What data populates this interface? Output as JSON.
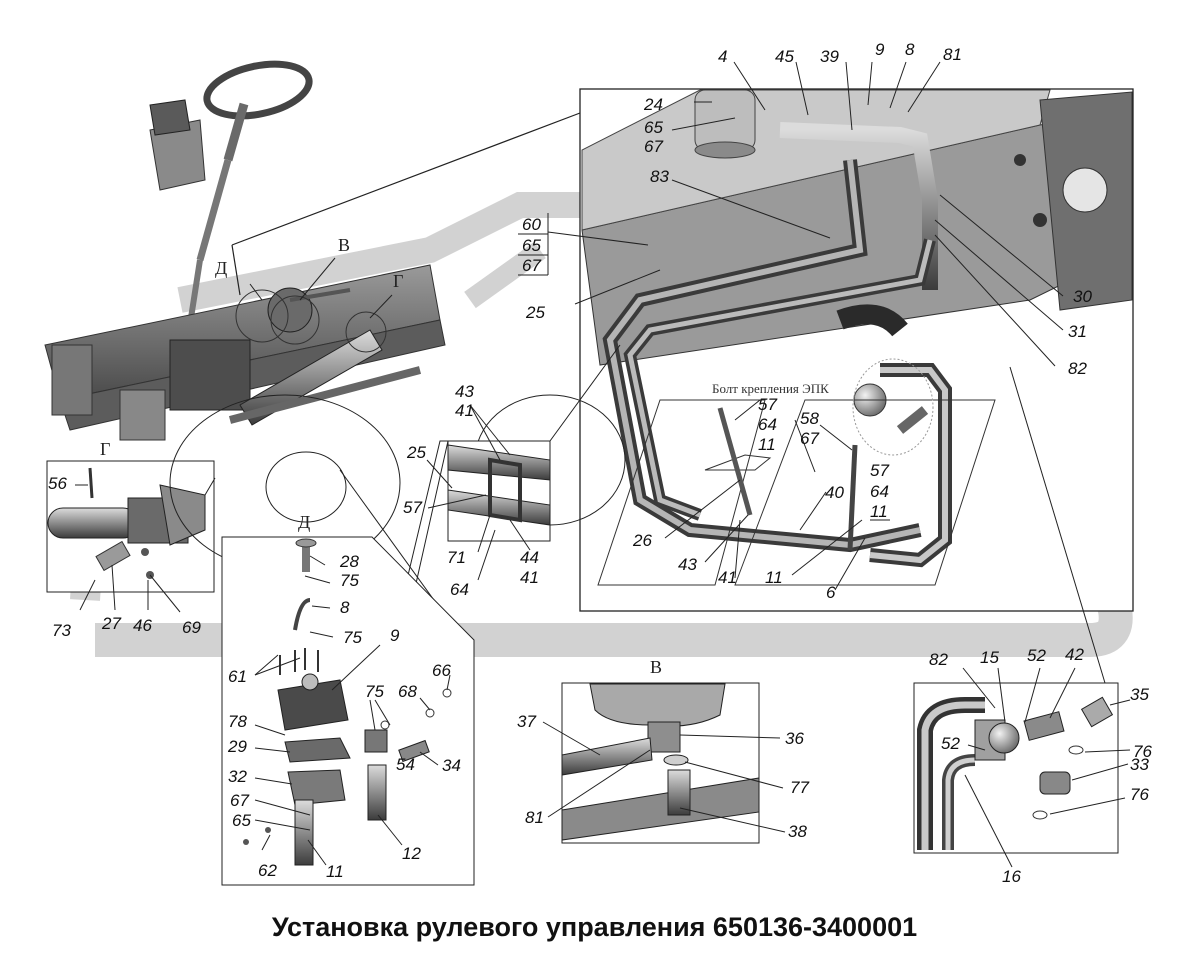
{
  "title": "Установка рулевого управления 650136-3400001",
  "views": {
    "G": "Г",
    "D": "Д",
    "V": "В"
  },
  "annotation": "Болт крепления ЭПК",
  "callouts": [
    {
      "id": "c4",
      "text": "4"
    },
    {
      "id": "c45",
      "text": "45"
    },
    {
      "id": "c39",
      "text": "39"
    },
    {
      "id": "c9a",
      "text": "9"
    },
    {
      "id": "c8a",
      "text": "8"
    },
    {
      "id": "c81a",
      "text": "81"
    },
    {
      "id": "c24",
      "text": "24"
    },
    {
      "id": "c65a",
      "text": "65"
    },
    {
      "id": "c67a",
      "text": "67"
    },
    {
      "id": "c83",
      "text": "83"
    },
    {
      "id": "c60",
      "text": "60"
    },
    {
      "id": "c65b",
      "text": "65"
    },
    {
      "id": "c67b",
      "text": "67"
    },
    {
      "id": "c25a",
      "text": "25"
    },
    {
      "id": "c30",
      "text": "30"
    },
    {
      "id": "c31",
      "text": "31"
    },
    {
      "id": "c82a",
      "text": "82"
    },
    {
      "id": "c43a",
      "text": "43"
    },
    {
      "id": "c41a",
      "text": "41"
    },
    {
      "id": "c57a",
      "text": "57"
    },
    {
      "id": "c64a",
      "text": "64"
    },
    {
      "id": "c11a",
      "text": "11"
    },
    {
      "id": "c58",
      "text": "58"
    },
    {
      "id": "c67c",
      "text": "67"
    },
    {
      "id": "c57b",
      "text": "57"
    },
    {
      "id": "c64b",
      "text": "64"
    },
    {
      "id": "c11b",
      "text": "11"
    },
    {
      "id": "c40",
      "text": "40"
    },
    {
      "id": "c26",
      "text": "26"
    },
    {
      "id": "c43b",
      "text": "43"
    },
    {
      "id": "c41b",
      "text": "41"
    },
    {
      "id": "c11c",
      "text": "11"
    },
    {
      "id": "c6",
      "text": "6"
    },
    {
      "id": "c25b",
      "text": "25"
    },
    {
      "id": "c57c",
      "text": "57"
    },
    {
      "id": "c71",
      "text": "71"
    },
    {
      "id": "c64c",
      "text": "64"
    },
    {
      "id": "c44",
      "text": "44"
    },
    {
      "id": "c41c",
      "text": "41"
    },
    {
      "id": "c56",
      "text": "56"
    },
    {
      "id": "c73",
      "text": "73"
    },
    {
      "id": "c27",
      "text": "27"
    },
    {
      "id": "c46",
      "text": "46"
    },
    {
      "id": "c69",
      "text": "69"
    },
    {
      "id": "c28",
      "text": "28"
    },
    {
      "id": "c75a",
      "text": "75"
    },
    {
      "id": "c8b",
      "text": "8"
    },
    {
      "id": "c75b",
      "text": "75"
    },
    {
      "id": "c9b",
      "text": "9"
    },
    {
      "id": "c61",
      "text": "61"
    },
    {
      "id": "c66",
      "text": "66"
    },
    {
      "id": "c75c",
      "text": "75"
    },
    {
      "id": "c68",
      "text": "68"
    },
    {
      "id": "c78",
      "text": "78"
    },
    {
      "id": "c29",
      "text": "29"
    },
    {
      "id": "c54",
      "text": "54"
    },
    {
      "id": "c34",
      "text": "34"
    },
    {
      "id": "c32",
      "text": "32"
    },
    {
      "id": "c67d",
      "text": "67"
    },
    {
      "id": "c65c",
      "text": "65"
    },
    {
      "id": "c62",
      "text": "62"
    },
    {
      "id": "c11d",
      "text": "11"
    },
    {
      "id": "c12",
      "text": "12"
    },
    {
      "id": "c37",
      "text": "37"
    },
    {
      "id": "c36",
      "text": "36"
    },
    {
      "id": "c77",
      "text": "77"
    },
    {
      "id": "c81b",
      "text": "81"
    },
    {
      "id": "c38",
      "text": "38"
    },
    {
      "id": "c82b",
      "text": "82"
    },
    {
      "id": "c15",
      "text": "15"
    },
    {
      "id": "c52a",
      "text": "52"
    },
    {
      "id": "c42",
      "text": "42"
    },
    {
      "id": "c35",
      "text": "35"
    },
    {
      "id": "c52b",
      "text": "52"
    },
    {
      "id": "c76a",
      "text": "76"
    },
    {
      "id": "c33",
      "text": "33"
    },
    {
      "id": "c76b",
      "text": "76"
    },
    {
      "id": "c16",
      "text": "16"
    }
  ],
  "colors": {
    "watermark": "#cfcfcf",
    "frame": "#222222",
    "metal_dark": "#555555",
    "metal_mid": "#8a8a8a",
    "metal_light": "#c4c4c4"
  }
}
